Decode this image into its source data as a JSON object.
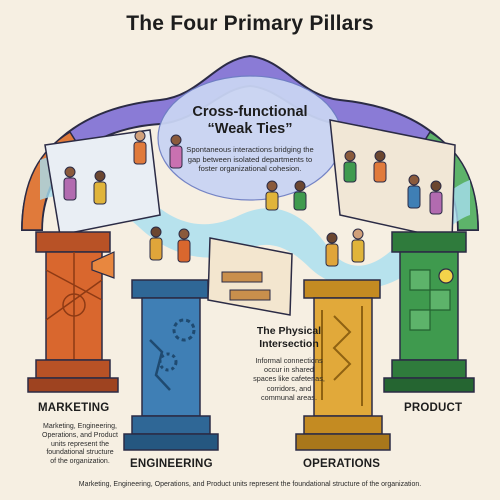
{
  "title": "The Four Primary Pillars",
  "weak_ties": {
    "heading_line1": "Cross-functional",
    "heading_line2": "“Weak Ties”",
    "body_line1": "Spontaneous interactions bridging the",
    "body_line2": "gap between isolated departments to",
    "body_line3": "foster organizational cohesion."
  },
  "physical_intersection": {
    "heading_line1": "The Physical",
    "heading_line2": "Intersection",
    "body_line1": "Informal connections",
    "body_line2": "occur in shared",
    "body_line3": "spaces like cafeterias,",
    "body_line4": "corridors, and",
    "body_line5": "communal areas."
  },
  "pillars": {
    "marketing": {
      "label": "MARKETING",
      "body_line1": "Marketing, Engineering,",
      "body_line2": "Operations, and Product",
      "body_line3": "units represent the",
      "body_line4": "foundational structure",
      "body_line5": "of the organization.",
      "color": "#d9672e"
    },
    "engineering": {
      "label": "ENGINEERING",
      "color": "#3f7fb5"
    },
    "operations": {
      "label": "OPERATIONS",
      "color": "#e1a93a"
    },
    "product": {
      "label": "PRODUCT",
      "color": "#3f9a4e"
    }
  },
  "footer": "Marketing, Engineering, Operations, and Product units represent the foundational structure of the organization.",
  "colors": {
    "background": "#f6efe2",
    "arch_purple": "#7d6fd0",
    "bubble_blue": "#c9d4f3",
    "stream_cyan": "#a8dff0"
  }
}
